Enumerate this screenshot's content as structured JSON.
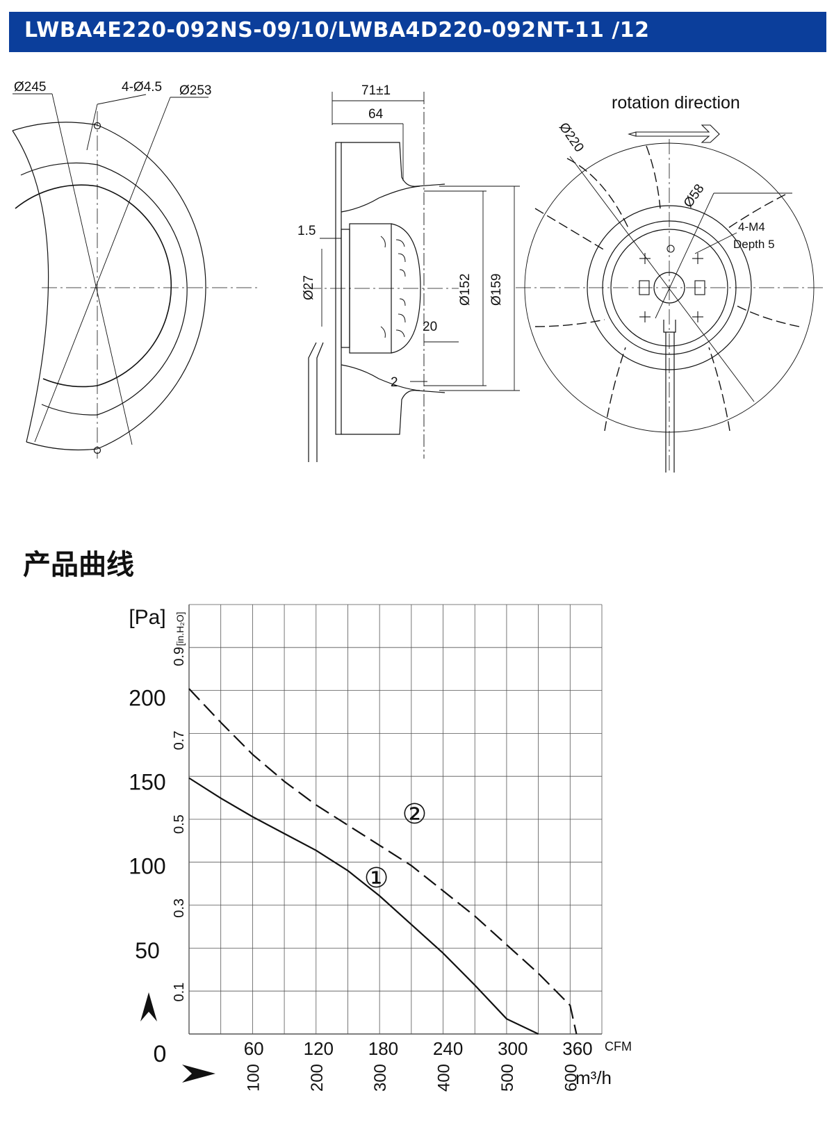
{
  "header": {
    "title": "LWBA4E220-092NS-09/10/LWBA4D220-092NT-11 /12",
    "bg_color": "#0b3e9b"
  },
  "drawing": {
    "front": {
      "d245": "Ø245",
      "holes": "4-Ø4.5",
      "d253": "Ø253"
    },
    "side": {
      "w71": "71±1",
      "w64": "64",
      "t15": "1.5",
      "d27": "Ø27",
      "w20": "20",
      "w2": "2",
      "d152": "Ø152",
      "d159": "Ø159"
    },
    "back": {
      "rotation": "rotation direction",
      "d220": "Ø220",
      "d58": "Ø58",
      "m4": "4-M4",
      "depth": "Depth 5"
    }
  },
  "section_title": "产品曲线",
  "chart_data": {
    "type": "line",
    "ylabel_pa": "[Pa]",
    "ylabel_inh2o": "[in.H₂O]",
    "y_pa_ticks": [
      "200",
      "150",
      "100",
      "50"
    ],
    "y_inh2o_ticks": [
      "0.9",
      "0.7",
      "0.5",
      "0.3",
      "0.1"
    ],
    "zero_label": "0",
    "x_cfm_ticks": [
      "60",
      "120",
      "180",
      "240",
      "300",
      "360"
    ],
    "x_cfm_unit": "CFM",
    "x_m3h_ticks": [
      "100",
      "200",
      "300",
      "400",
      "500",
      "600"
    ],
    "x_m3h_unit": "m³/h",
    "xlim_m3h": [
      0,
      650
    ],
    "ylim_pa": [
      0,
      255
    ],
    "series": [
      {
        "name": "①",
        "style": "solid",
        "x": [
          0,
          50,
          100,
          150,
          200,
          250,
          300,
          350,
          400,
          450,
          500,
          550
        ],
        "y": [
          152,
          140,
          129,
          119,
          109,
          97,
          82,
          65,
          48,
          29,
          9,
          0
        ]
      },
      {
        "name": "②",
        "style": "dashed",
        "x": [
          0,
          50,
          100,
          150,
          200,
          250,
          300,
          350,
          400,
          450,
          500,
          550,
          600,
          610
        ],
        "y": [
          205,
          185,
          166,
          150,
          136,
          124,
          112,
          100,
          85,
          70,
          53,
          36,
          17,
          0
        ]
      }
    ]
  }
}
